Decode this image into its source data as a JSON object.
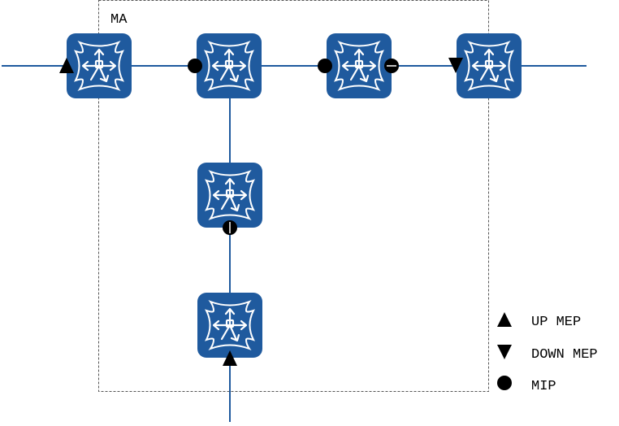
{
  "diagram": {
    "domain_label": "MA",
    "node_icon": "switch-icon",
    "colors": {
      "node_fill": "#1f5a9e",
      "link": "#1f5a9e",
      "marker": "#000000"
    },
    "legend": [
      {
        "symbol": "up-mep-triangle",
        "label": "UP MEP"
      },
      {
        "symbol": "down-mep-triangle",
        "label": "DOWN MEP"
      },
      {
        "symbol": "mip-circle",
        "label": "MIP"
      }
    ]
  }
}
